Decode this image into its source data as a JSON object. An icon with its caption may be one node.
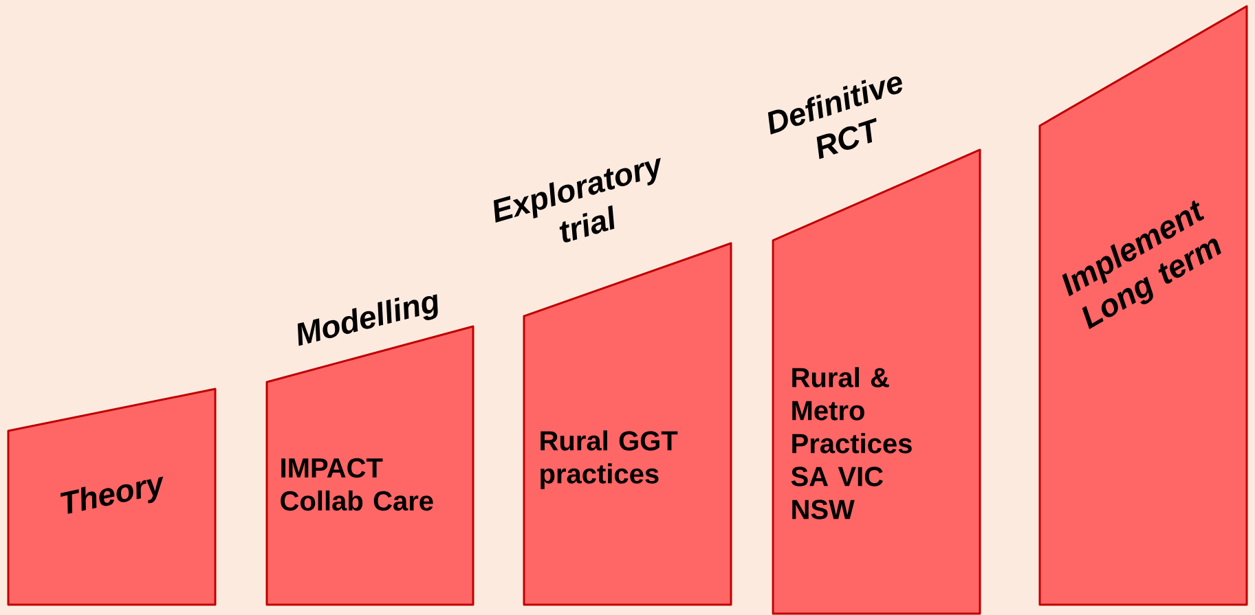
{
  "diagram": {
    "nodes": [
      {
        "text": [
          "Theory"
        ]
      },
      {
        "text": [
          "Modelling",
          "IMPACT Collab Care"
        ]
      },
      {
        "text": [
          "Exploratory trial",
          "Rural GGT practices"
        ]
      },
      {
        "text": [
          "Definitive RCT",
          "Rural & Metro Practices SA VIC NSW"
        ]
      },
      {
        "text": [
          "Implement Long term"
        ]
      }
    ]
  }
}
